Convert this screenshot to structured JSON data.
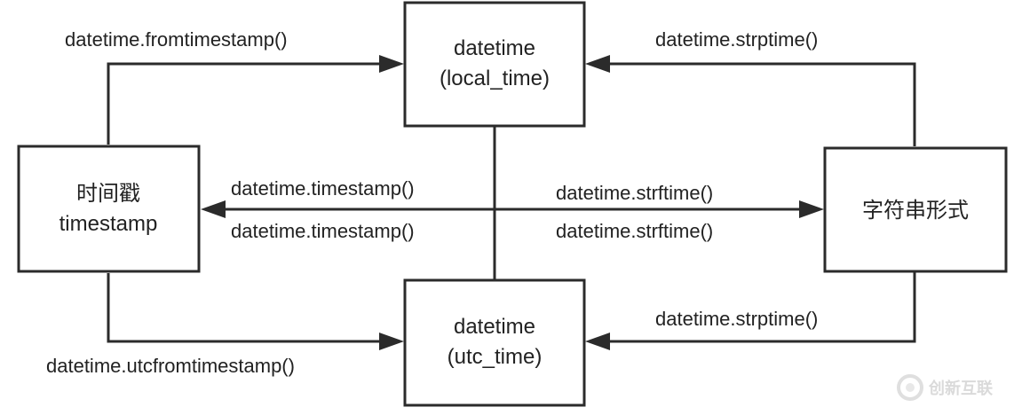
{
  "nodes": {
    "local": {
      "line1": "datetime",
      "line2": "(local_time)"
    },
    "utc": {
      "line1": "datetime",
      "line2": "(utc_time)"
    },
    "timestamp": {
      "line1": "时间戳",
      "line2": "timestamp"
    },
    "string": {
      "line1": "字符串形式"
    }
  },
  "edges": {
    "fromtimestamp": "datetime.fromtimestamp()",
    "utcfromtimestamp": "datetime.utcfromtimestamp()",
    "strptime_local": "datetime.strptime()",
    "strptime_utc": "datetime.strptime()",
    "timestamp_local": "datetime.timestamp()",
    "timestamp_utc": "datetime.timestamp()",
    "strftime_local": "datetime.strftime()",
    "strftime_utc": "datetime.strftime()"
  },
  "watermark": {
    "text": "创新互联"
  },
  "colors": {
    "stroke": "#2b2b2b",
    "text": "#222222"
  }
}
